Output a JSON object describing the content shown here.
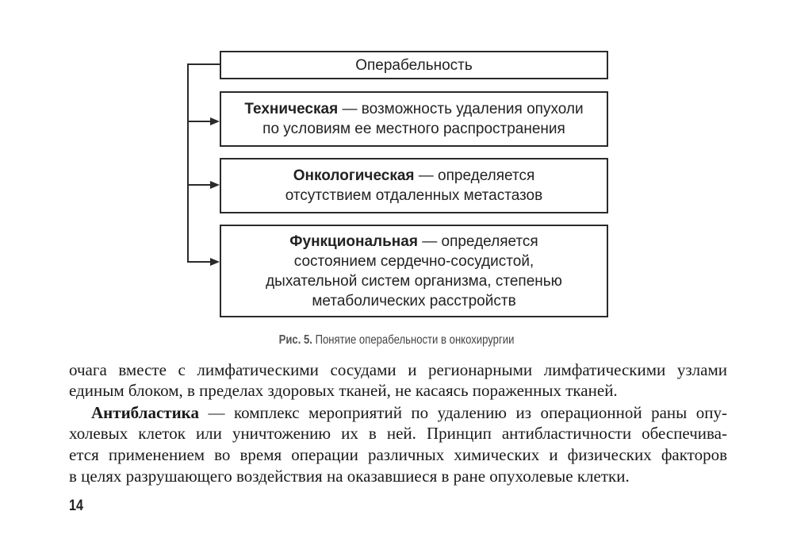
{
  "figure": {
    "root": "Операбельность",
    "items": [
      {
        "term": "Техническая",
        "lines": [
          "— возможность удаления опухоли",
          "по условиям ее местного распространения"
        ]
      },
      {
        "term": "Онкологическая",
        "lines": [
          "— определяется",
          "отсутствием отдаленных метастазов"
        ]
      },
      {
        "term": "Функциональная",
        "lines": [
          "— определяется",
          "состоянием сердечно-сосудистой,",
          "дыхательной систем организма, степенью",
          "метаболических расстройств"
        ]
      }
    ],
    "caption_label": "Рис. 5.",
    "caption_text": "Понятие операбельности в онкохирургии"
  },
  "body": {
    "p1_lines": [
      "очага вместе с лимфатическими сосудами и регионарными лимфатическими узлами",
      "единым блоком, в пределах здоровых тканей, не касаясь пораженных тканей."
    ],
    "p2_term": "Антибластика",
    "p2_first": " — комплекс мероприятий по удалению из операционной раны опу-",
    "p2_lines": [
      "холевых клеток или уничтожению их в ней. Принцип антибластичности обеспечива-",
      "ется применением во время операции различных химических и физических факторов",
      "в целях разрушающего воздействия на оказавшиеся в ране опухолевые клетки."
    ]
  },
  "page_number": "14"
}
